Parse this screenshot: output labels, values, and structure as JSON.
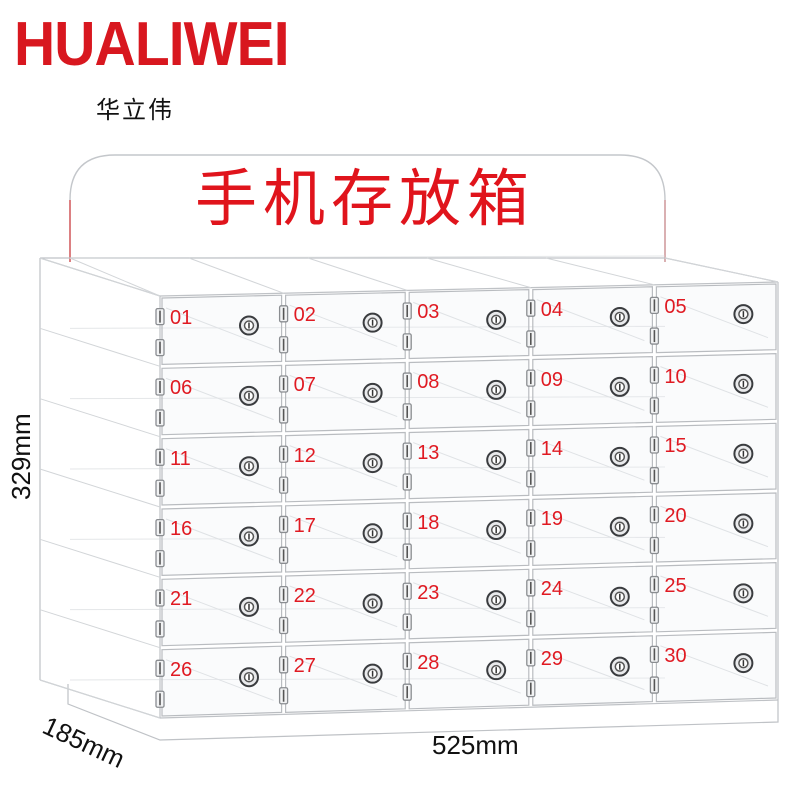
{
  "brand": {
    "name": "HUALIWEI",
    "name_cn": "华立伟"
  },
  "product": {
    "title": "手机存放箱"
  },
  "compartments": [
    "01",
    "02",
    "03",
    "04",
    "05",
    "06",
    "07",
    "08",
    "09",
    "10",
    "11",
    "12",
    "13",
    "14",
    "15",
    "16",
    "17",
    "18",
    "19",
    "20",
    "21",
    "22",
    "23",
    "24",
    "25",
    "26",
    "27",
    "28",
    "29",
    "30"
  ],
  "dimensions": {
    "height": "329mm",
    "depth": "185mm",
    "width": "525mm"
  },
  "colors": {
    "brand_red": "#d8171f",
    "label_red": "#e01a22",
    "edge": "#b9bcc0",
    "hinge": "#8a8d91"
  },
  "icons": {
    "hinge": "hinge-icon",
    "lock": "lock-icon"
  }
}
